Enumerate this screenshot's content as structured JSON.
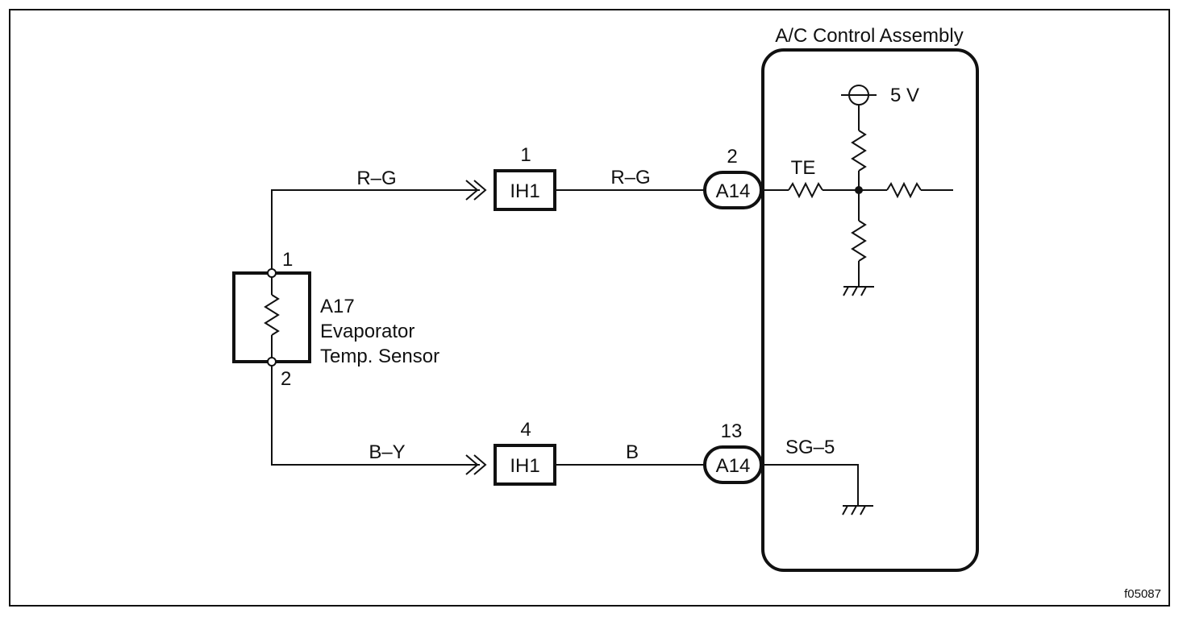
{
  "title": "A/C Control Assembly",
  "sensor": {
    "code": "A17",
    "name_line1": "Evaporator",
    "name_line2": "Temp. Sensor",
    "pin_top": "1",
    "pin_bottom": "2"
  },
  "wires": {
    "top_left": "R–G",
    "top_right": "R–G",
    "bottom_left": "B–Y",
    "bottom_right": "B"
  },
  "connectors": {
    "ih1_top": {
      "label": "IH1",
      "pin": "1"
    },
    "ih1_bottom": {
      "label": "IH1",
      "pin": "4"
    },
    "a14_top": {
      "label": "A14",
      "pin": "2"
    },
    "a14_bottom": {
      "label": "A14",
      "pin": "13"
    }
  },
  "ecu": {
    "supply": "5 V",
    "te_label": "TE",
    "sg_label": "SG–5"
  },
  "figure_code": "f05087"
}
